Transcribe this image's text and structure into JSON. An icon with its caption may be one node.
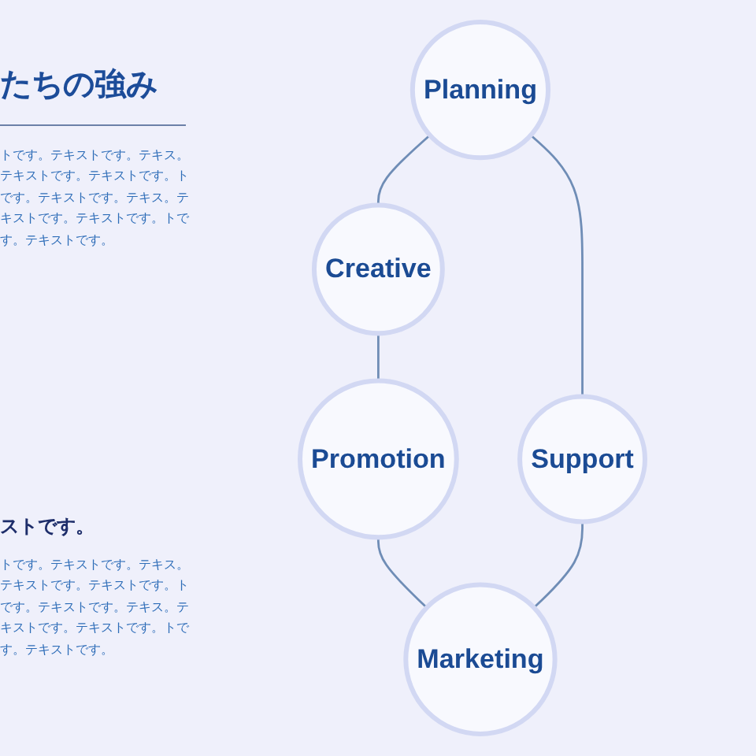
{
  "diagram": {
    "title": "たちの強み",
    "nodes": [
      {
        "text": [
          "Planning"
        ]
      },
      {
        "text": [
          "Creative"
        ]
      },
      {
        "text": [
          "Support"
        ]
      },
      {
        "text": [
          "Promotion"
        ]
      },
      {
        "text": [
          "Marketing"
        ]
      }
    ],
    "edges": [
      {
        "from": 0,
        "to": 1,
        "arrow": "none"
      },
      {
        "from": 1,
        "to": 3,
        "arrow": "none"
      },
      {
        "from": 3,
        "to": 4,
        "arrow": "none"
      },
      {
        "from": 2,
        "to": 4,
        "arrow": "none"
      },
      {
        "from": 0,
        "to": 2,
        "arrow": "none"
      }
    ],
    "labels": [
      "トです。テキストです。テキス。テキストです。テキストです。トです。テキストです。テキス。テキストです。テキストです。トです。テキストです。",
      "ストです。",
      "トです。テキストです。テキス。テキストです。テキストです。トです。テキストです。テキス。テキストです。テキストです。トです。テキストです。"
    ]
  }
}
